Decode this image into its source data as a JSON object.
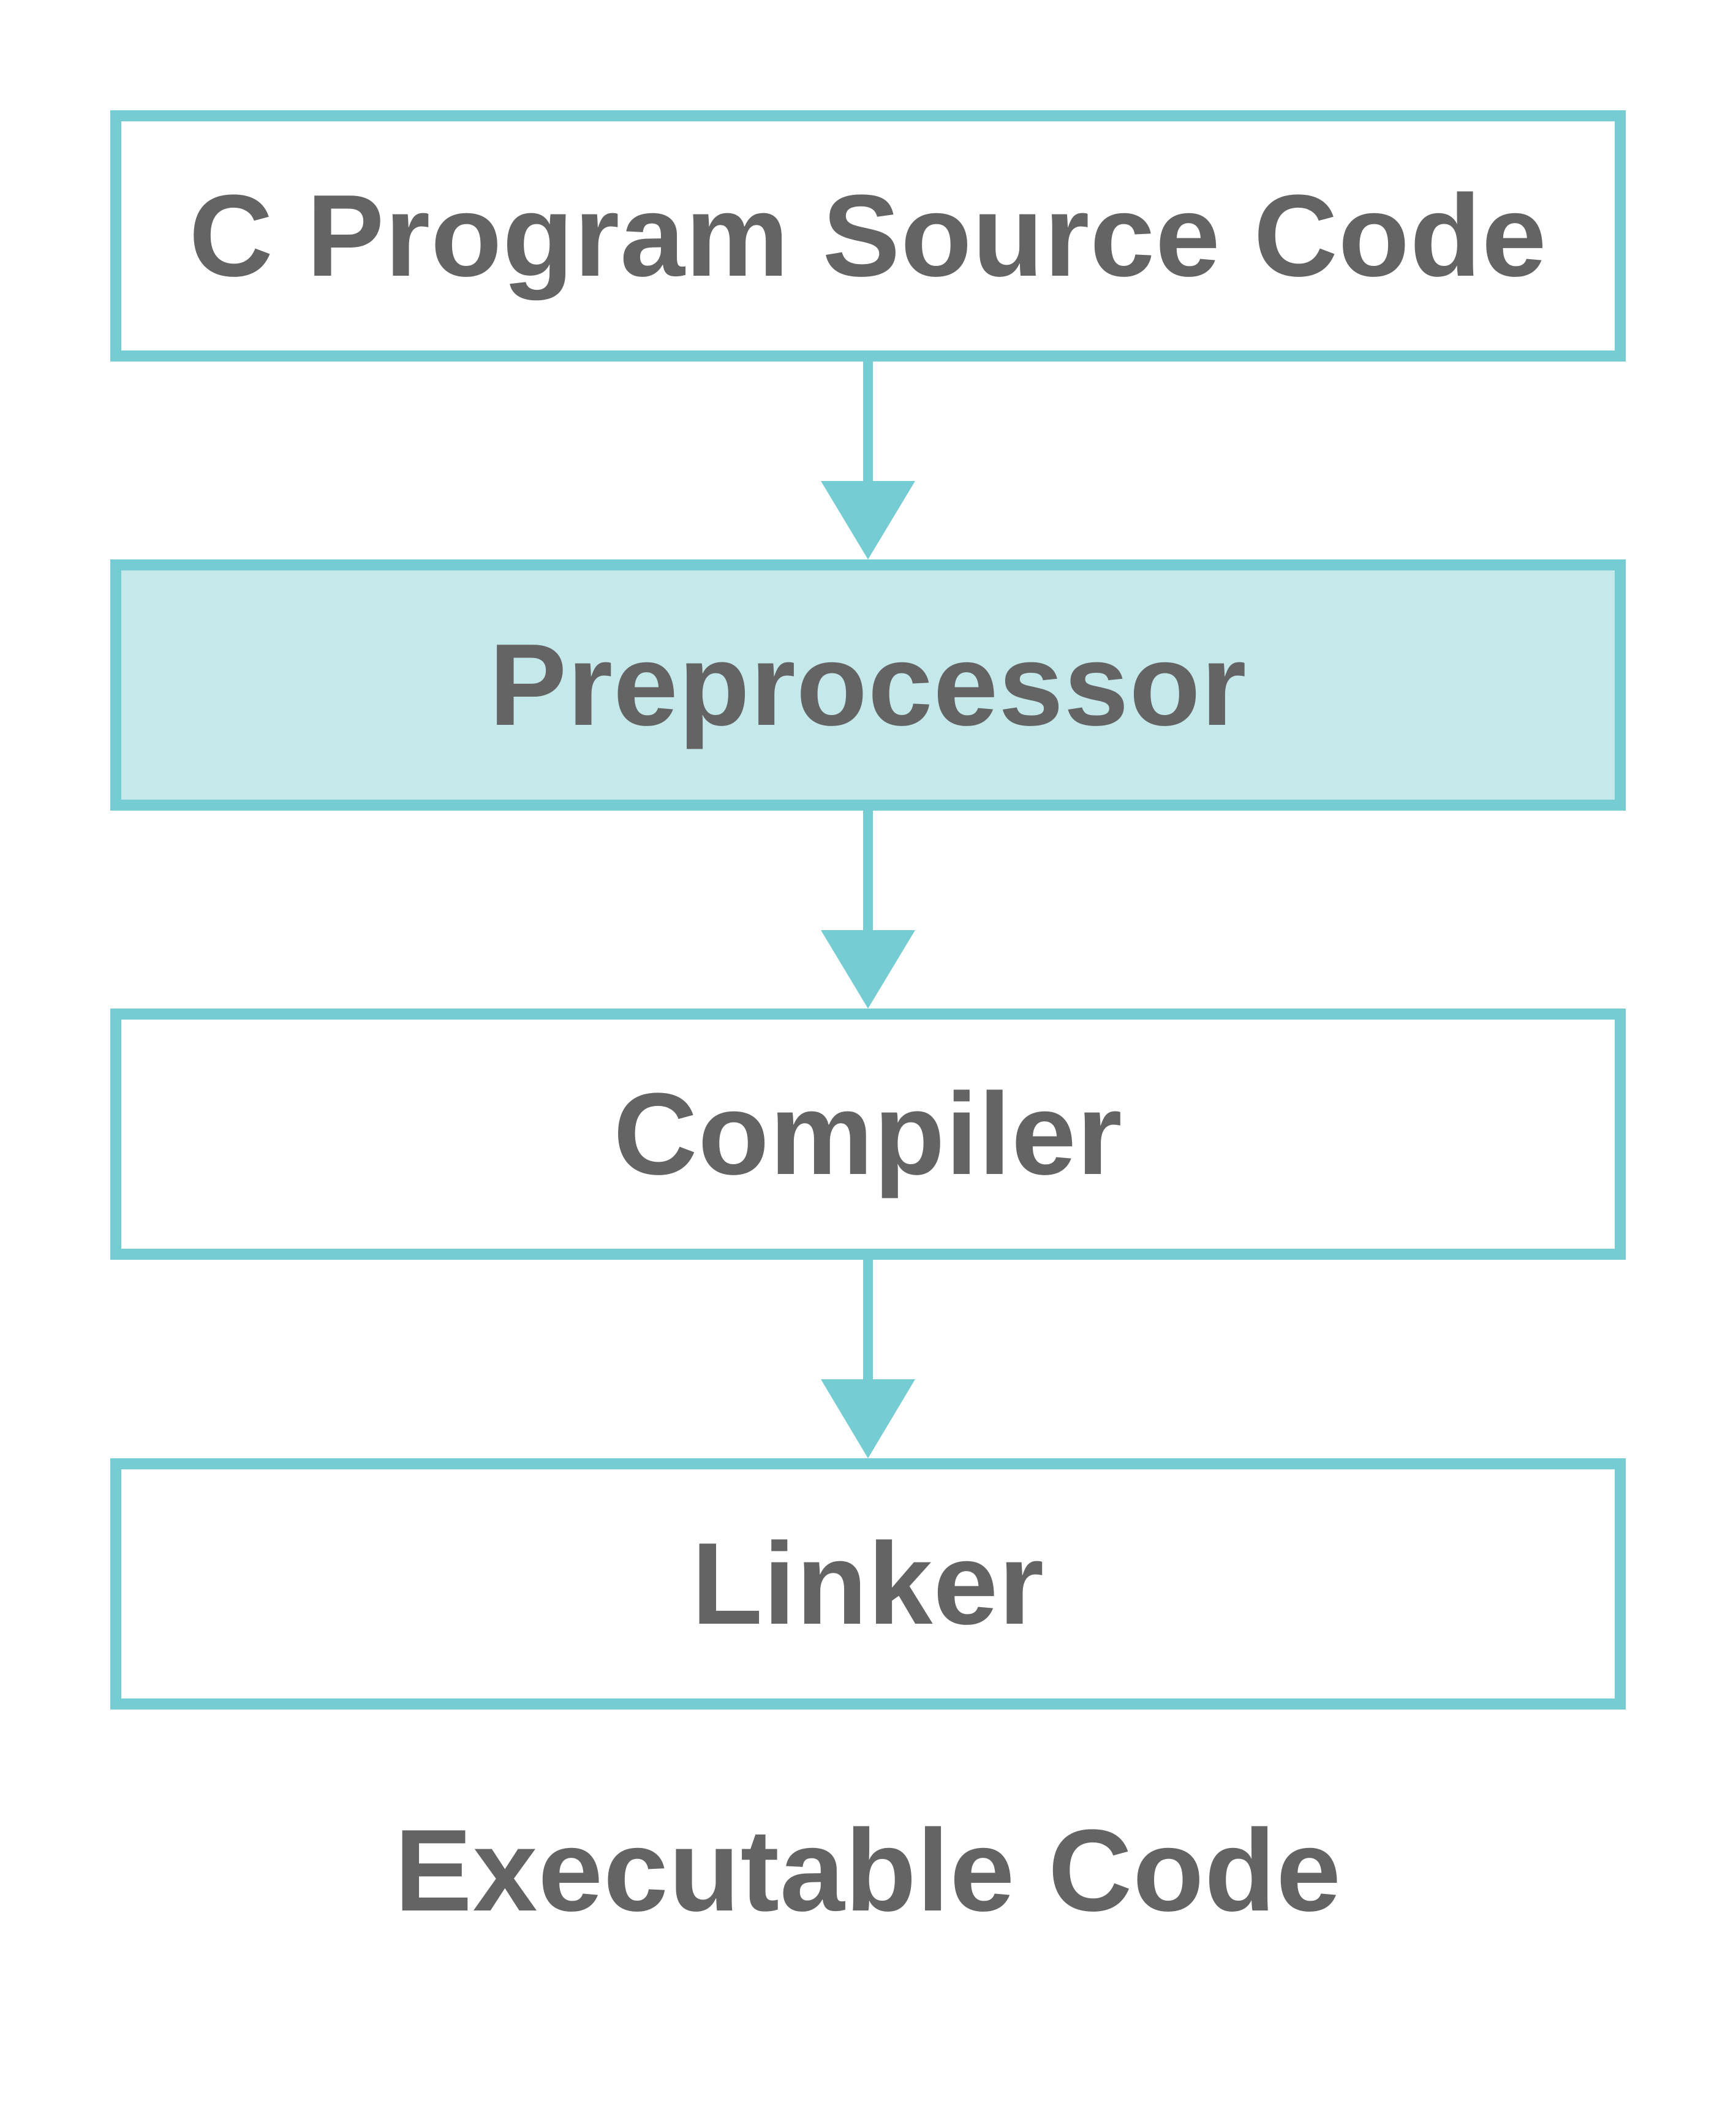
{
  "colors": {
    "border": "#76ccd3",
    "highlight_fill": "#c5e8ea",
    "text": "#646464",
    "background": "#ffffff"
  },
  "steps": [
    {
      "label": "C Program Source Code",
      "highlighted": false
    },
    {
      "label": "Preprocessor",
      "highlighted": true
    },
    {
      "label": "Compiler",
      "highlighted": false
    },
    {
      "label": "Linker",
      "highlighted": false
    }
  ],
  "output": {
    "label": "Executable Code"
  }
}
